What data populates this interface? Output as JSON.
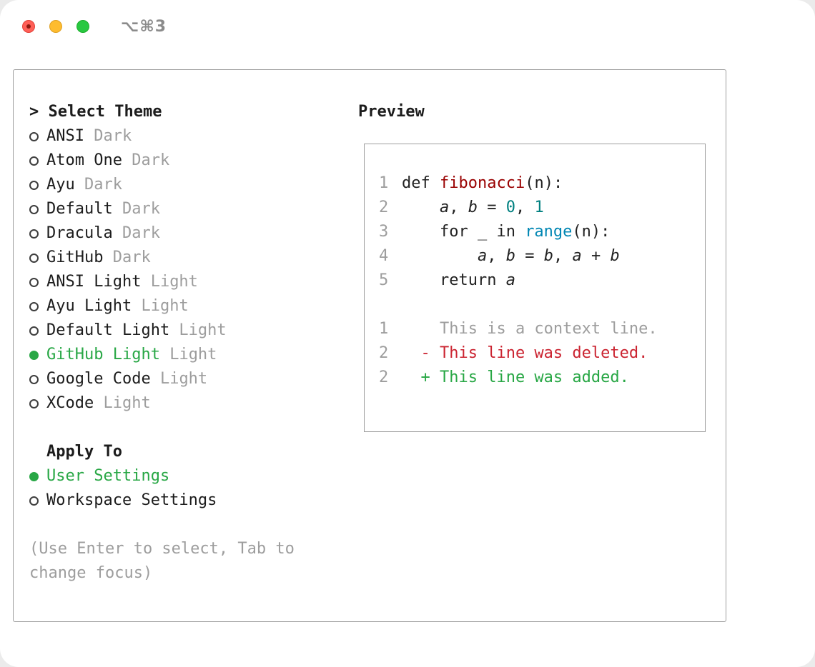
{
  "window": {
    "titlebar_shortcut": "⌥⌘3"
  },
  "theme_select": {
    "prompt": ">",
    "title": "Select Theme",
    "items": [
      {
        "name": "ANSI",
        "variant": "Dark",
        "selected": false
      },
      {
        "name": "Atom One",
        "variant": "Dark",
        "selected": false
      },
      {
        "name": "Ayu",
        "variant": "Dark",
        "selected": false
      },
      {
        "name": "Default",
        "variant": "Dark",
        "selected": false
      },
      {
        "name": "Dracula",
        "variant": "Dark",
        "selected": false
      },
      {
        "name": "GitHub",
        "variant": "Dark",
        "selected": false
      },
      {
        "name": "ANSI Light",
        "variant": "Light",
        "selected": false
      },
      {
        "name": "Ayu Light",
        "variant": "Light",
        "selected": false
      },
      {
        "name": "Default Light",
        "variant": "Light",
        "selected": false
      },
      {
        "name": "GitHub Light",
        "variant": "Light",
        "selected": true
      },
      {
        "name": "Google Code",
        "variant": "Light",
        "selected": false
      },
      {
        "name": "XCode",
        "variant": "Light",
        "selected": false
      }
    ]
  },
  "apply_to": {
    "title": "Apply To",
    "options": [
      {
        "label": "User Settings",
        "selected": true
      },
      {
        "label": "Workspace Settings",
        "selected": false
      }
    ]
  },
  "hint": "(Use Enter to select, Tab to change focus)",
  "preview": {
    "title": "Preview",
    "lines": [
      {
        "num": "1",
        "tokens": [
          {
            "text": "def ",
            "style": "plain"
          },
          {
            "text": "fibonacci",
            "style": "func"
          },
          {
            "text": "(n):",
            "style": "plain"
          }
        ]
      },
      {
        "num": "2",
        "tokens": [
          {
            "text": "    ",
            "style": "plain"
          },
          {
            "text": "a",
            "style": "var"
          },
          {
            "text": ", ",
            "style": "plain"
          },
          {
            "text": "b",
            "style": "var"
          },
          {
            "text": " = ",
            "style": "plain"
          },
          {
            "text": "0",
            "style": "number"
          },
          {
            "text": ", ",
            "style": "plain"
          },
          {
            "text": "1",
            "style": "number"
          }
        ]
      },
      {
        "num": "3",
        "tokens": [
          {
            "text": "    for _ in ",
            "style": "plain"
          },
          {
            "text": "range",
            "style": "builtin"
          },
          {
            "text": "(n):",
            "style": "plain"
          }
        ]
      },
      {
        "num": "4",
        "tokens": [
          {
            "text": "        ",
            "style": "plain"
          },
          {
            "text": "a",
            "style": "var"
          },
          {
            "text": ", ",
            "style": "plain"
          },
          {
            "text": "b",
            "style": "var"
          },
          {
            "text": " = ",
            "style": "plain"
          },
          {
            "text": "b",
            "style": "var"
          },
          {
            "text": ", ",
            "style": "plain"
          },
          {
            "text": "a",
            "style": "var"
          },
          {
            "text": " + ",
            "style": "plain"
          },
          {
            "text": "b",
            "style": "var"
          }
        ]
      },
      {
        "num": "5",
        "tokens": [
          {
            "text": "    return ",
            "style": "plain"
          },
          {
            "text": "a",
            "style": "var"
          }
        ]
      },
      {
        "num": "",
        "tokens": []
      },
      {
        "num": "1",
        "tokens": [
          {
            "text": "    This is a context line.",
            "style": "context"
          }
        ]
      },
      {
        "num": "2",
        "tokens": [
          {
            "text": "  - This line was deleted.",
            "style": "deleted"
          }
        ]
      },
      {
        "num": "2",
        "tokens": [
          {
            "text": "  + This line was added.",
            "style": "added"
          }
        ]
      }
    ]
  },
  "colors": {
    "selection_green": "#28a745",
    "added_green": "#28a745",
    "deleted_red": "#cb2431",
    "function_red": "#990000",
    "number_teal": "#008080",
    "builtin_blue": "#0086b3",
    "muted_gray": "#9d9d9d"
  }
}
